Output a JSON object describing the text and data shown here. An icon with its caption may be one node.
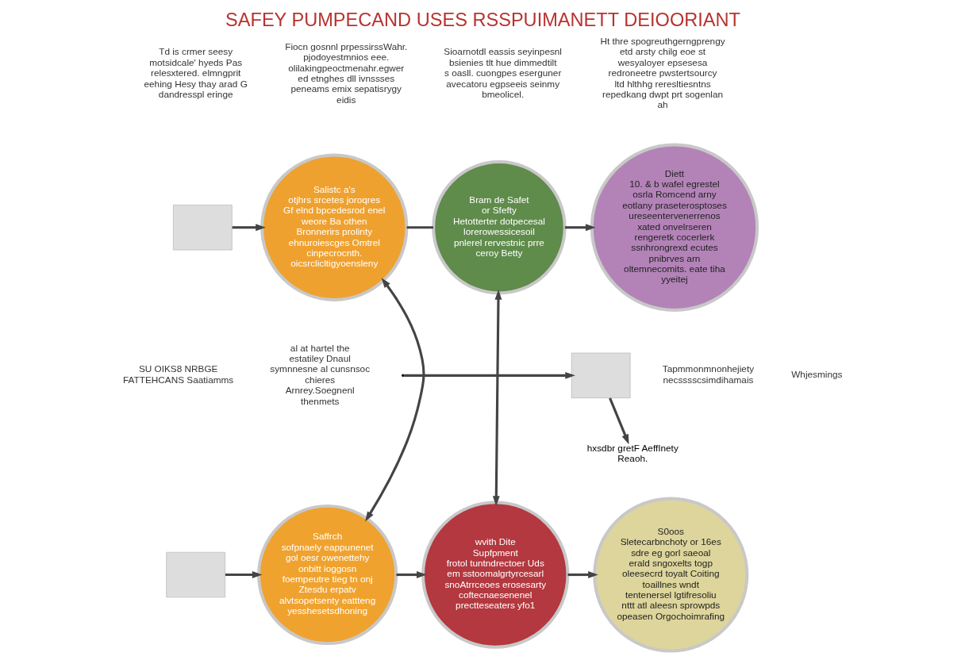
{
  "diagram": {
    "title": "SAFEY PUMPECAND USES RSSPUIMANETT DEIOORIANT",
    "nodes": [
      {
        "text": [],
        "shape": "box"
      },
      {
        "text": [
          "Salistc a's",
          "otjhrs srcetes joroqres",
          "Gf elnd bpcedesrod enel weore Ba othen Bronnerirs prolinty ehnuroiescges Omtrel cinpecrocnth. oicsrclicltigyoensleny"
        ]
      },
      {
        "text": [
          "Bram de Safet or Sfefty",
          "Hetotterter dotpecesal lorerowessicesoil pnlerel rervestnic prre ceroy Betty"
        ]
      },
      {
        "text": [
          "Diett",
          "10. & b wafel egrestel osrla Romcend arny eotlany praseterosptoses ureseentervenerrenos xated onvelrseren rengeretk cocerlerk ssnhrongrexd ecutes pnibrves arn oltemnecomits. eate tiha yyeitej"
        ]
      },
      {
        "text": [],
        "shape": "box"
      },
      {
        "text": [
          "hxsdbr gretF AeffInety Reaoh."
        ]
      },
      {
        "text": [],
        "shape": "box"
      },
      {
        "text": [
          "Saffrch",
          "sofpnaely eappunenet",
          "gol oesr owenettehy onbitt ioggosn foempeutre tieg tn onj Ztesdu erpatv alvtsopetsenty eattteng yesshesetsdhoning"
        ]
      },
      {
        "text": [
          "wvith Dite Supfpment",
          "frotol tuntndrectoer Uds em sstoomalgrtyrcesarl snoAtrrceoes erosesarty coftecnaesenenel prectteseaters yfo1"
        ]
      },
      {
        "text": [
          "S0oos",
          "Sletecarbnchoty or 16es",
          "sdre eg gorl saeoal erald sngoxelts togp oleesecrd toyalt Coiting toaillnes wndt tentenersel lgtifresoliu nttt atl aleesn sprowpds opeasen Orgochoimrafing"
        ]
      }
    ],
    "edges": [
      {
        "from": 0,
        "to": 1,
        "arrow": "to"
      },
      {
        "from": 1,
        "to": 2,
        "arrow": "none"
      },
      {
        "from": 2,
        "to": 3,
        "arrow": "to"
      },
      {
        "from": 1,
        "to": 7,
        "arrow": "both"
      },
      {
        "from": 2,
        "to": 8,
        "arrow": "both"
      },
      {
        "from": null,
        "to": 4,
        "arrow": "to"
      },
      {
        "from": 4,
        "to": 5,
        "arrow": "to"
      },
      {
        "from": 6,
        "to": 7,
        "arrow": "to"
      },
      {
        "from": 7,
        "to": 8,
        "arrow": "to"
      },
      {
        "from": 8,
        "to": 9,
        "arrow": "to"
      }
    ],
    "labels": [
      "Td is crmer seesy motsidcale' hyeds Pas relesxtered. elmngprit eehing Hesy thay arad G dandresspl eringe",
      "Fiocn gosnnl prpessirssWahr. pjodoyestmnios eee. olilakingpeoctmenahr.egwer ed etnghes dll ivnssses peneams emix sepatisrygy eidis",
      "Sioarnotdl eassis seyinpesnl bsienies tlt hue dimmedtilt s oasll. cuongpes eserguner avecatoru egpseeis seinmy bmeolicel.",
      "Ht thre spogreuthgerngprengy etd arsty chilg eoe st wesyaloyer epsesesa redroneetre pwstertsourcy ltd hlthhg reresltiesntns repedkang dwpt prt sogenlan ah",
      "SU OIKS8 NRBGE FATTEHCANS Saatiamms",
      "al at hartel the estatiley Dnaul symnnesne al cunsnsoc chieres Arnrey.Soegnenl thenmets",
      "Tapmmonmnonhejiety necsssscsimdihamais",
      "Whjesmings"
    ]
  }
}
